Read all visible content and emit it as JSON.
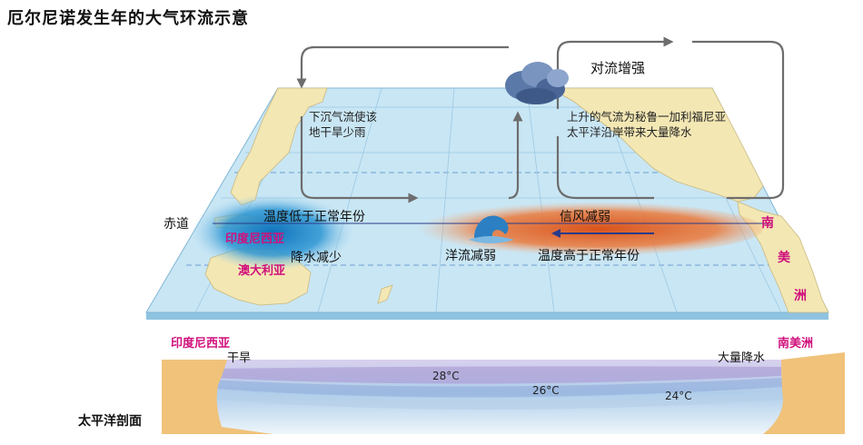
{
  "title": "厄尔尼诺发生年的大气环流示意",
  "labels": {
    "convection": "对流增强",
    "descend_line1": "下沉气流使该",
    "descend_line2": "地干旱少雨",
    "rise_line1": "上升的气流为秘鲁一加利福尼亚",
    "rise_line2": "太平洋沿岸带来大量降水",
    "equator": "赤道",
    "temp_low": "温度低于正常年份",
    "indonesia_map": "印度尼西亚",
    "rain_less": "降水减少",
    "australia": "澳大利亚",
    "trade_wind": "信风减弱",
    "current": "洋流减弱",
    "temp_high": "温度高于正常年份",
    "south_america_chars": [
      "南",
      "美",
      "洲"
    ]
  },
  "section": {
    "label": "太平洋剖面",
    "indonesia": "印度尼西亚",
    "drought": "干旱",
    "south_america": "南美洲",
    "heavy_rain": "大量降水",
    "isotherms": [
      "28°C",
      "26°C",
      "24°C"
    ]
  },
  "colors": {
    "ocean": "#c9e6f4",
    "land": "#f3e7b4",
    "cold_pool": "#1d86c9",
    "warm_pool": "#e2642a",
    "arrows": "#6d6d6d",
    "section_purple": "#9f8fcb",
    "magenta_text": "#d0107c"
  }
}
